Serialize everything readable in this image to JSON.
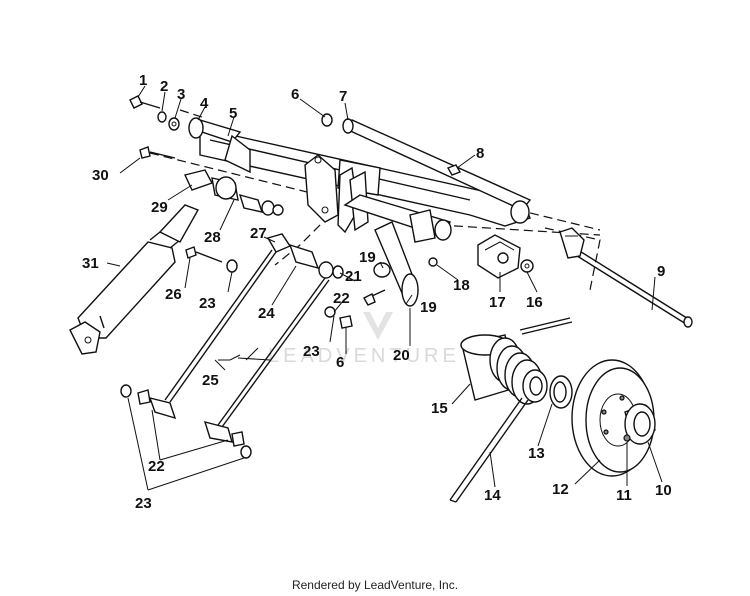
{
  "watermark": "LEADVENTURE",
  "footer": "Rendered by LeadVenture, Inc.",
  "callouts": {
    "c1": "1",
    "c2": "2",
    "c3": "3",
    "c4": "4",
    "c5": "5",
    "c6a": "6",
    "c6b": "6",
    "c7": "7",
    "c8": "8",
    "c9": "9",
    "c10": "10",
    "c11": "11",
    "c12": "12",
    "c13": "13",
    "c14": "14",
    "c15": "15",
    "c16": "16",
    "c17": "17",
    "c18": "18",
    "c19a": "19",
    "c19b": "19",
    "c20": "20",
    "c21": "21",
    "c22a": "22",
    "c22b": "22",
    "c23a": "23",
    "c23b": "23",
    "c23c": "23",
    "c24": "24",
    "c25": "25",
    "c26": "26",
    "c27": "27",
    "c28": "28",
    "c29": "29",
    "c30": "30",
    "c31": "31"
  }
}
